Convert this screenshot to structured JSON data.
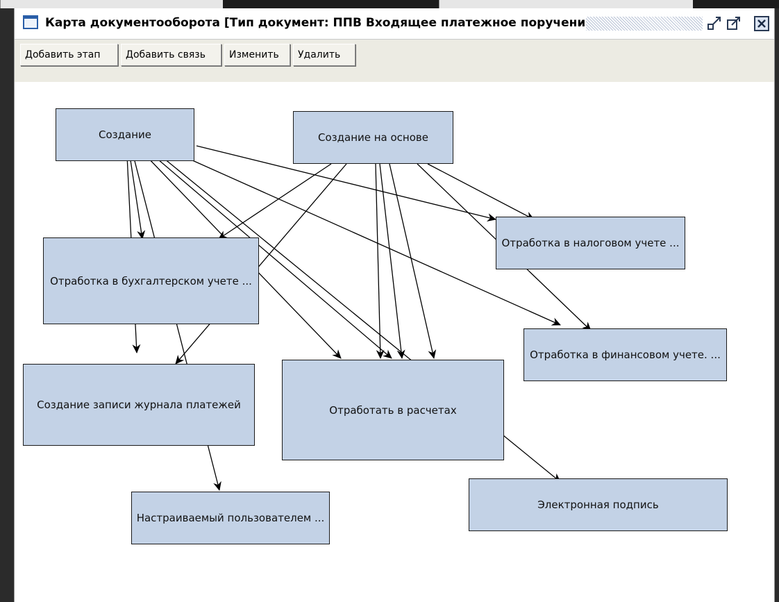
{
  "window": {
    "title": "Карта документооборота [Тип документ: ППВ Входящее платежное поручение]"
  },
  "toolbar": {
    "add_stage": "Добавить этап",
    "add_link": "Добавить связь",
    "edit": "Изменить",
    "delete": "Удалить"
  },
  "stages": {
    "creation": "Создание",
    "creation_based_on": "Создание на основе",
    "accounting": "Отработка в бухгалтерском учете ...",
    "tax": "Отработка в налоговом учете ...",
    "financial": "Отработка в финансовом учете. ...",
    "payment_journal": "Создание записи журнала платежей",
    "settlements": "Отработать в расчетах",
    "electronic_signature": "Электронная подпись",
    "user_defined": "Настраиваемый пользователем ..."
  },
  "icons": {
    "window": "window-icon",
    "restore": "restore-icon",
    "maximize": "maximize-icon",
    "close": "close-icon"
  },
  "colors": {
    "stage_fill": "#c3d2e6",
    "toolbar_bg": "#ecebe3",
    "frame_bg": "#2b2b2b"
  }
}
